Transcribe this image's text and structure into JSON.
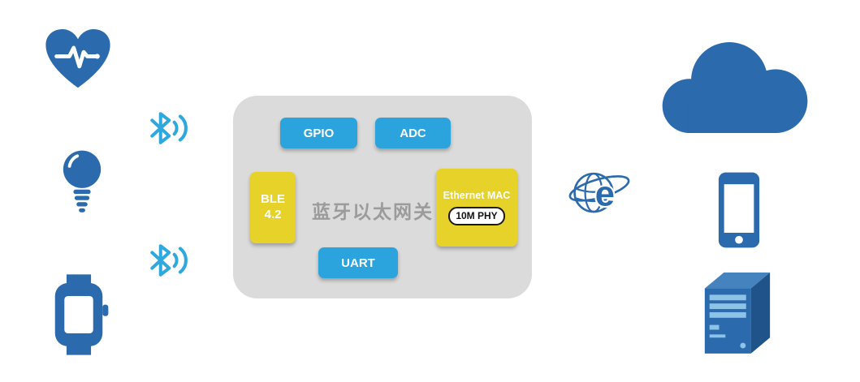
{
  "colors": {
    "dark_blue": "#2a6aad",
    "light_blue": "#2fa8e0",
    "button_blue": "#2ba3dc",
    "yellow": "#e6d229",
    "block_gray": "#dbdbdb",
    "title_gray": "#9b9b9b",
    "server_light": "#4583bf",
    "server_dark": "#1f538a",
    "server_panel": "#8ec3e8"
  },
  "gateway": {
    "title": "蓝牙以太网关",
    "gpio_label": "GPIO",
    "adc_label": "ADC",
    "ble_label_line1": "BLE",
    "ble_label_line2": "4.2",
    "ethernet_mac_label": "Ethernet MAC",
    "phy_badge": "10M PHY",
    "uart_label": "UART"
  },
  "icons": {
    "left_devices": [
      "heart-rate-icon",
      "light-bulb-icon",
      "smartwatch-icon"
    ],
    "links": [
      "bluetooth-icon",
      "bluetooth-icon",
      "internet-globe-icon"
    ],
    "right_devices": [
      "cloud-icon",
      "smartphone-icon",
      "server-icon"
    ],
    "globe_letter": "e"
  }
}
